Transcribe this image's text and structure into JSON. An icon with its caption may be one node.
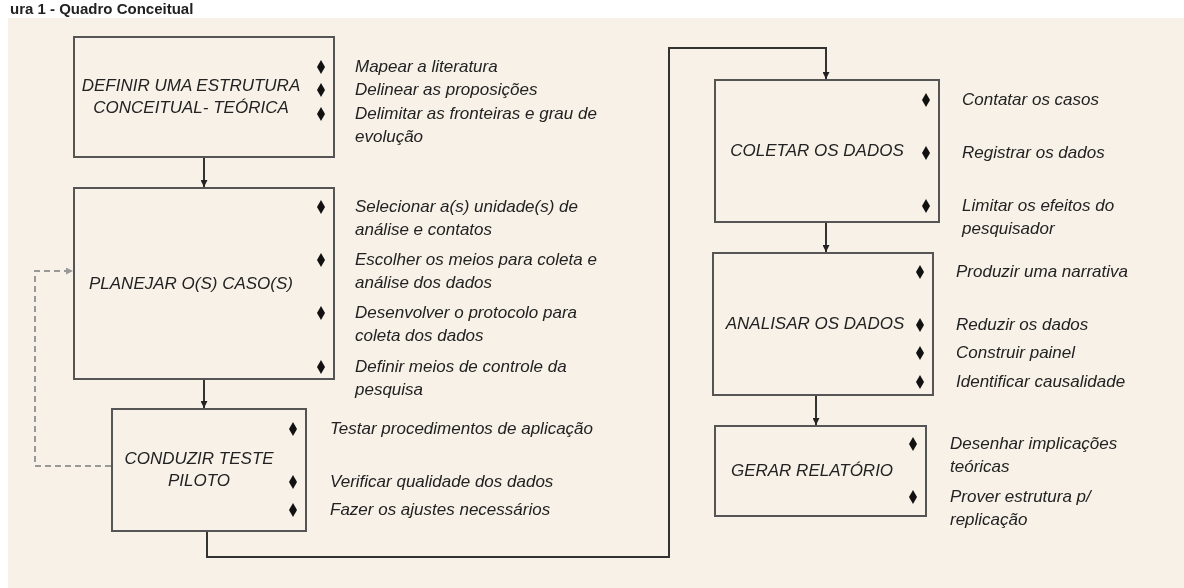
{
  "diagram": {
    "title": "ura 1 - Quadro Conceitual",
    "nodes": [
      {
        "text": [
          "DEFINIR UMA ESTRUTURA CONCEITUAL- TEÓRICA"
        ],
        "beside": [
          "Mapear a literatura",
          "Delinear as proposições",
          "Delimitar as fronteiras e grau de evolução"
        ]
      },
      {
        "text": [
          "PLANEJAR O(S) CASO(S)"
        ],
        "beside": [
          "Selecionar a(s) unidade(s) de análise e contatos",
          "Escolher os meios para coleta e análise dos dados",
          "Desenvolver o protocolo para coleta dos dados",
          "Definir meios de controle da pesquisa"
        ]
      },
      {
        "text": [
          "CONDUZIR TESTE PILOTO"
        ],
        "beside": [
          "Testar procedimentos de aplicação",
          "Verificar qualidade dos dados",
          "Fazer os ajustes necessários"
        ]
      },
      {
        "text": [
          "COLETAR OS DADOS"
        ],
        "beside": [
          "Contatar os casos",
          "Registrar os dados",
          "Limitar os efeitos do pesquisador"
        ]
      },
      {
        "text": [
          "ANALISAR OS DADOS"
        ],
        "beside": [
          "Produzir uma narrativa",
          "Reduzir os dados",
          "Construir painel",
          "Identificar causalidade"
        ]
      },
      {
        "text": [
          "GERAR RELATÓRIO"
        ],
        "beside": [
          "Desenhar implicações teóricas",
          "Prover estrutura p/ replicação"
        ]
      }
    ],
    "edges": [
      {
        "from": 0,
        "to": 1,
        "arrow": "to"
      },
      {
        "from": 1,
        "to": 2,
        "arrow": "to"
      },
      {
        "from": 2,
        "to": 3,
        "arrow": "to"
      },
      {
        "from": 3,
        "to": 4,
        "arrow": "to"
      },
      {
        "from": 4,
        "to": 5,
        "arrow": "to"
      },
      {
        "from": 2,
        "to": 1,
        "arrow": "to",
        "style": "dashed",
        "color": "#999999"
      }
    ]
  }
}
